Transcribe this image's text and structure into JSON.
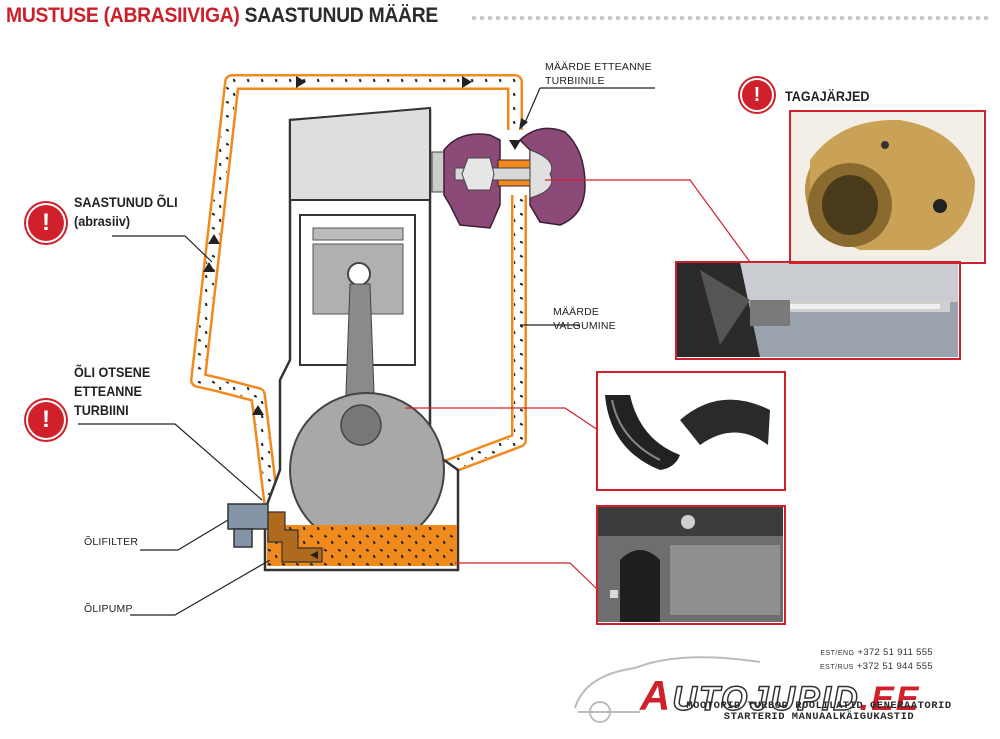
{
  "header": {
    "title_red": "MUSTUSE (ABRASIIVIGA)",
    "title_dark": "SAASTUNUD MÄÄRE"
  },
  "labels": {
    "contaminated_oil_line1": "SAASTUNUD ÕLI",
    "contaminated_oil_line2": "(abrasiiv)",
    "direct_feed_line1": "ÕLI OTSENE",
    "direct_feed_line2": "ETTEANNE",
    "direct_feed_line3": "TURBIINI",
    "oil_filter": "ÕLIFILTER",
    "oil_pump": "ÕLIPUMP",
    "feed_turbo_line1": "MÄÄRDE ETTEANNE",
    "feed_turbo_line2": "TURBIINILE",
    "return_line1": "MÄÄRDE",
    "return_line2": "VALGUMINE",
    "consequences": "TAGAJÄRJED"
  },
  "warning_icon_glyph": "!",
  "contact": {
    "eng_prefix": "EST/ENG",
    "eng_phone": "+372 51 911 555",
    "rus_prefix": "EST/RUS",
    "rus_phone": "+372 51 944 555"
  },
  "brand": {
    "logo_first": "A",
    "logo_mid": "UTOJUPID",
    "logo_ee": ".EE",
    "tagline_line1": "MOOTORID TURBOD ROOLILATID GENERAATORID",
    "tagline_line2": "STARTERID MANUAALKÄIGUKASTID"
  },
  "colors": {
    "accent_red": "#d0202b",
    "oil_orange": "#f08a1c",
    "engine_gray": "#a8a8a8",
    "turbo_purple": "#8b4a78",
    "filter_blue": "#8395a7",
    "pump_brown": "#b06a1e"
  }
}
